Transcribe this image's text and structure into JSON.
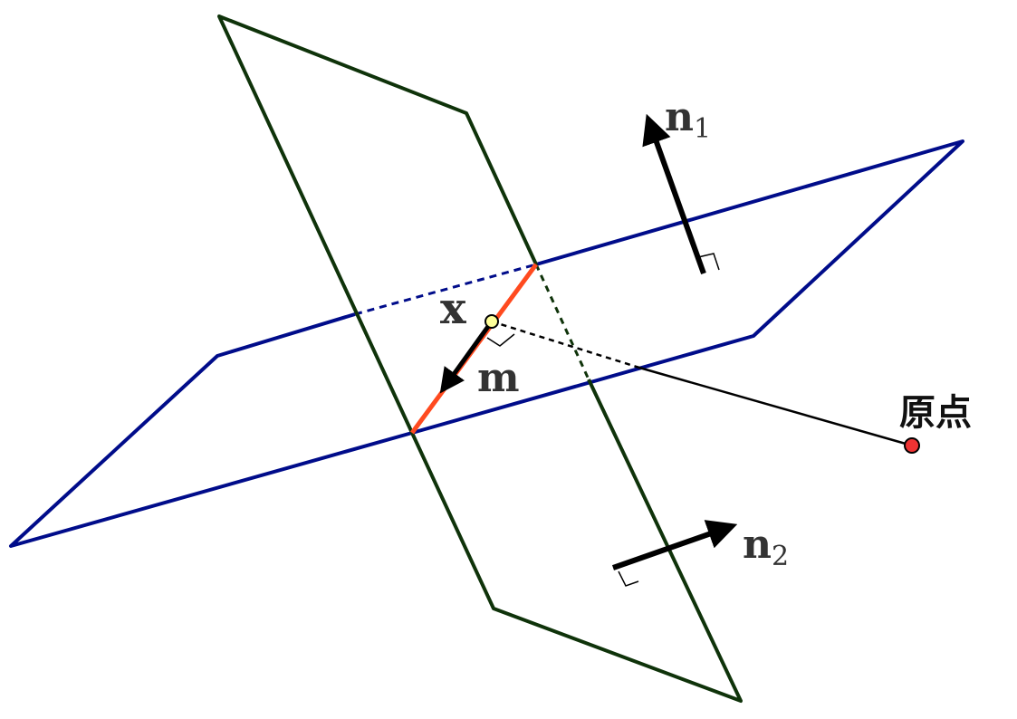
{
  "labels": {
    "n1_main": "n",
    "n1_sub": "1",
    "n2_main": "n",
    "n2_sub": "2",
    "x": "x",
    "m": "m",
    "origin": "原点"
  },
  "colors": {
    "plane_blue": "#000c8a",
    "plane_green": "#0f330a",
    "intersection_line": "#ff4a1f",
    "point_x_fill": "#ffff99",
    "origin_fill": "#ee3333",
    "vector": "#000000"
  },
  "icons": {
    "right_angle": "right-angle-mark",
    "point": "point-marker"
  }
}
